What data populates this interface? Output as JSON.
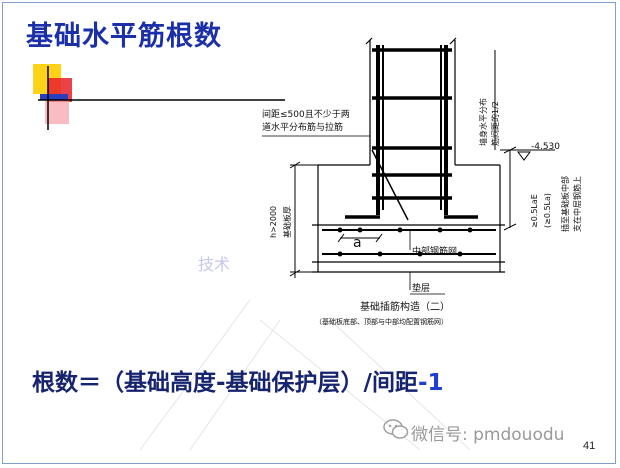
{
  "slide": {
    "title": "基础水平筋根数",
    "formula_main": "根数＝（基础高度-基础保护层）/间距",
    "formula_suffix": "-1",
    "page_number": "41"
  },
  "watermark": {
    "text": "微信号: pmdouodu",
    "faint_text": "技术",
    "icon": "wechat-icon"
  },
  "diagram": {
    "spacing_note_line1": "间距≤500且不少于两",
    "spacing_note_line2": "道水平分布筋与拉筋",
    "wall_label_line1": "墙身水平分布",
    "wall_label_line2": "筋间距的1/2",
    "elevation": "-4.530",
    "anchor_label_line1": "插至基础板中部",
    "anchor_label_line2": "支在中层钢筋上",
    "dim_05lae": "≥0.5LaE",
    "dim_05la": "(≥0.5La)",
    "height_label": "h>2000",
    "thickness_label": "基础板厚",
    "dim_a": "a",
    "middle_mesh": "中部钢筋网",
    "cushion": "垫层",
    "caption": "基础插筋构造（二）",
    "caption_note": "（基础板底部、顶部与中部均配置钢筋网）"
  },
  "colors": {
    "title": "#1a2fa8",
    "formula": "#16236e",
    "accent_yellow": "#ffd21a",
    "accent_red": "#e8202a",
    "accent_blue": "#2a3fbf"
  }
}
